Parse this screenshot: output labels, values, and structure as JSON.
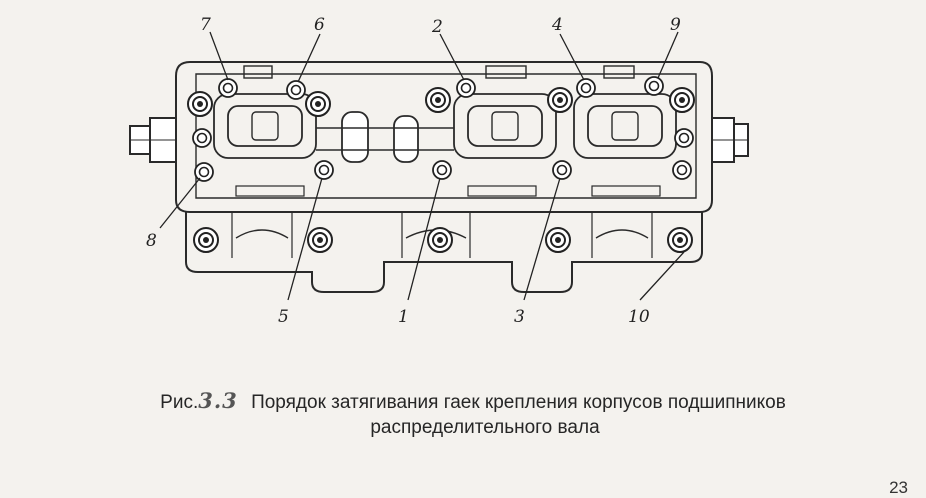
{
  "figure": {
    "callouts": [
      {
        "id": "c7",
        "label": "7"
      },
      {
        "id": "c6",
        "label": "6"
      },
      {
        "id": "c2",
        "label": "2"
      },
      {
        "id": "c4",
        "label": "4"
      },
      {
        "id": "c9",
        "label": "9"
      },
      {
        "id": "c8",
        "label": "8"
      },
      {
        "id": "c5",
        "label": "5"
      },
      {
        "id": "c1",
        "label": "1"
      },
      {
        "id": "c3",
        "label": "3"
      },
      {
        "id": "c10",
        "label": "10"
      }
    ]
  },
  "caption": {
    "prefix": "Рис.",
    "number": "3.3",
    "line1": "Порядок затягивания гаек крепления корпусов подшипников",
    "line2": "распределительного вала"
  },
  "page_number": "23",
  "colors": {
    "ink": "#2a2a2a",
    "paper": "#f4f2ee"
  }
}
